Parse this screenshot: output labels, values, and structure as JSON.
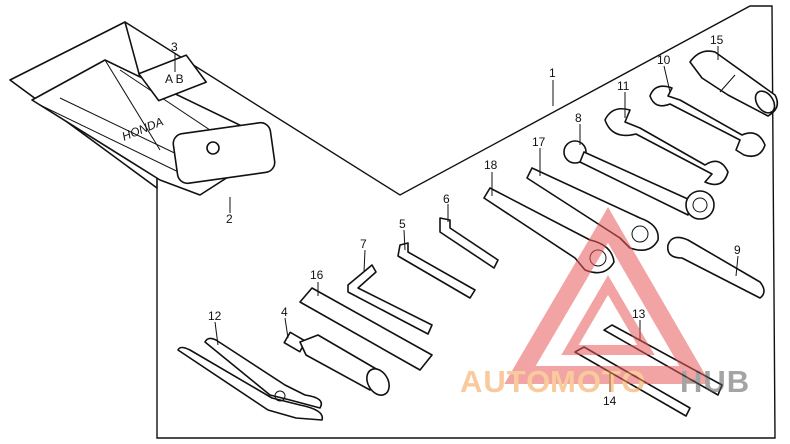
{
  "labels": {
    "l1": "1",
    "l2": "2",
    "l3": "3",
    "l4": "4",
    "l5": "5",
    "l6": "6",
    "l7": "7",
    "l8": "8",
    "l9": "9",
    "l10": "10",
    "l11": "11",
    "l12": "12",
    "l13": "13",
    "l14": "14",
    "l15": "15",
    "l16": "16",
    "l17": "17",
    "l18": "18"
  },
  "pouch_text": "HONDA",
  "watermark": {
    "part1": "AUTO",
    "part2": "MOTO",
    "part3": "HUB",
    "color_orange": "#f5a04a",
    "color_dark": "#5a5a5a",
    "color_red": "#e85a5a"
  }
}
